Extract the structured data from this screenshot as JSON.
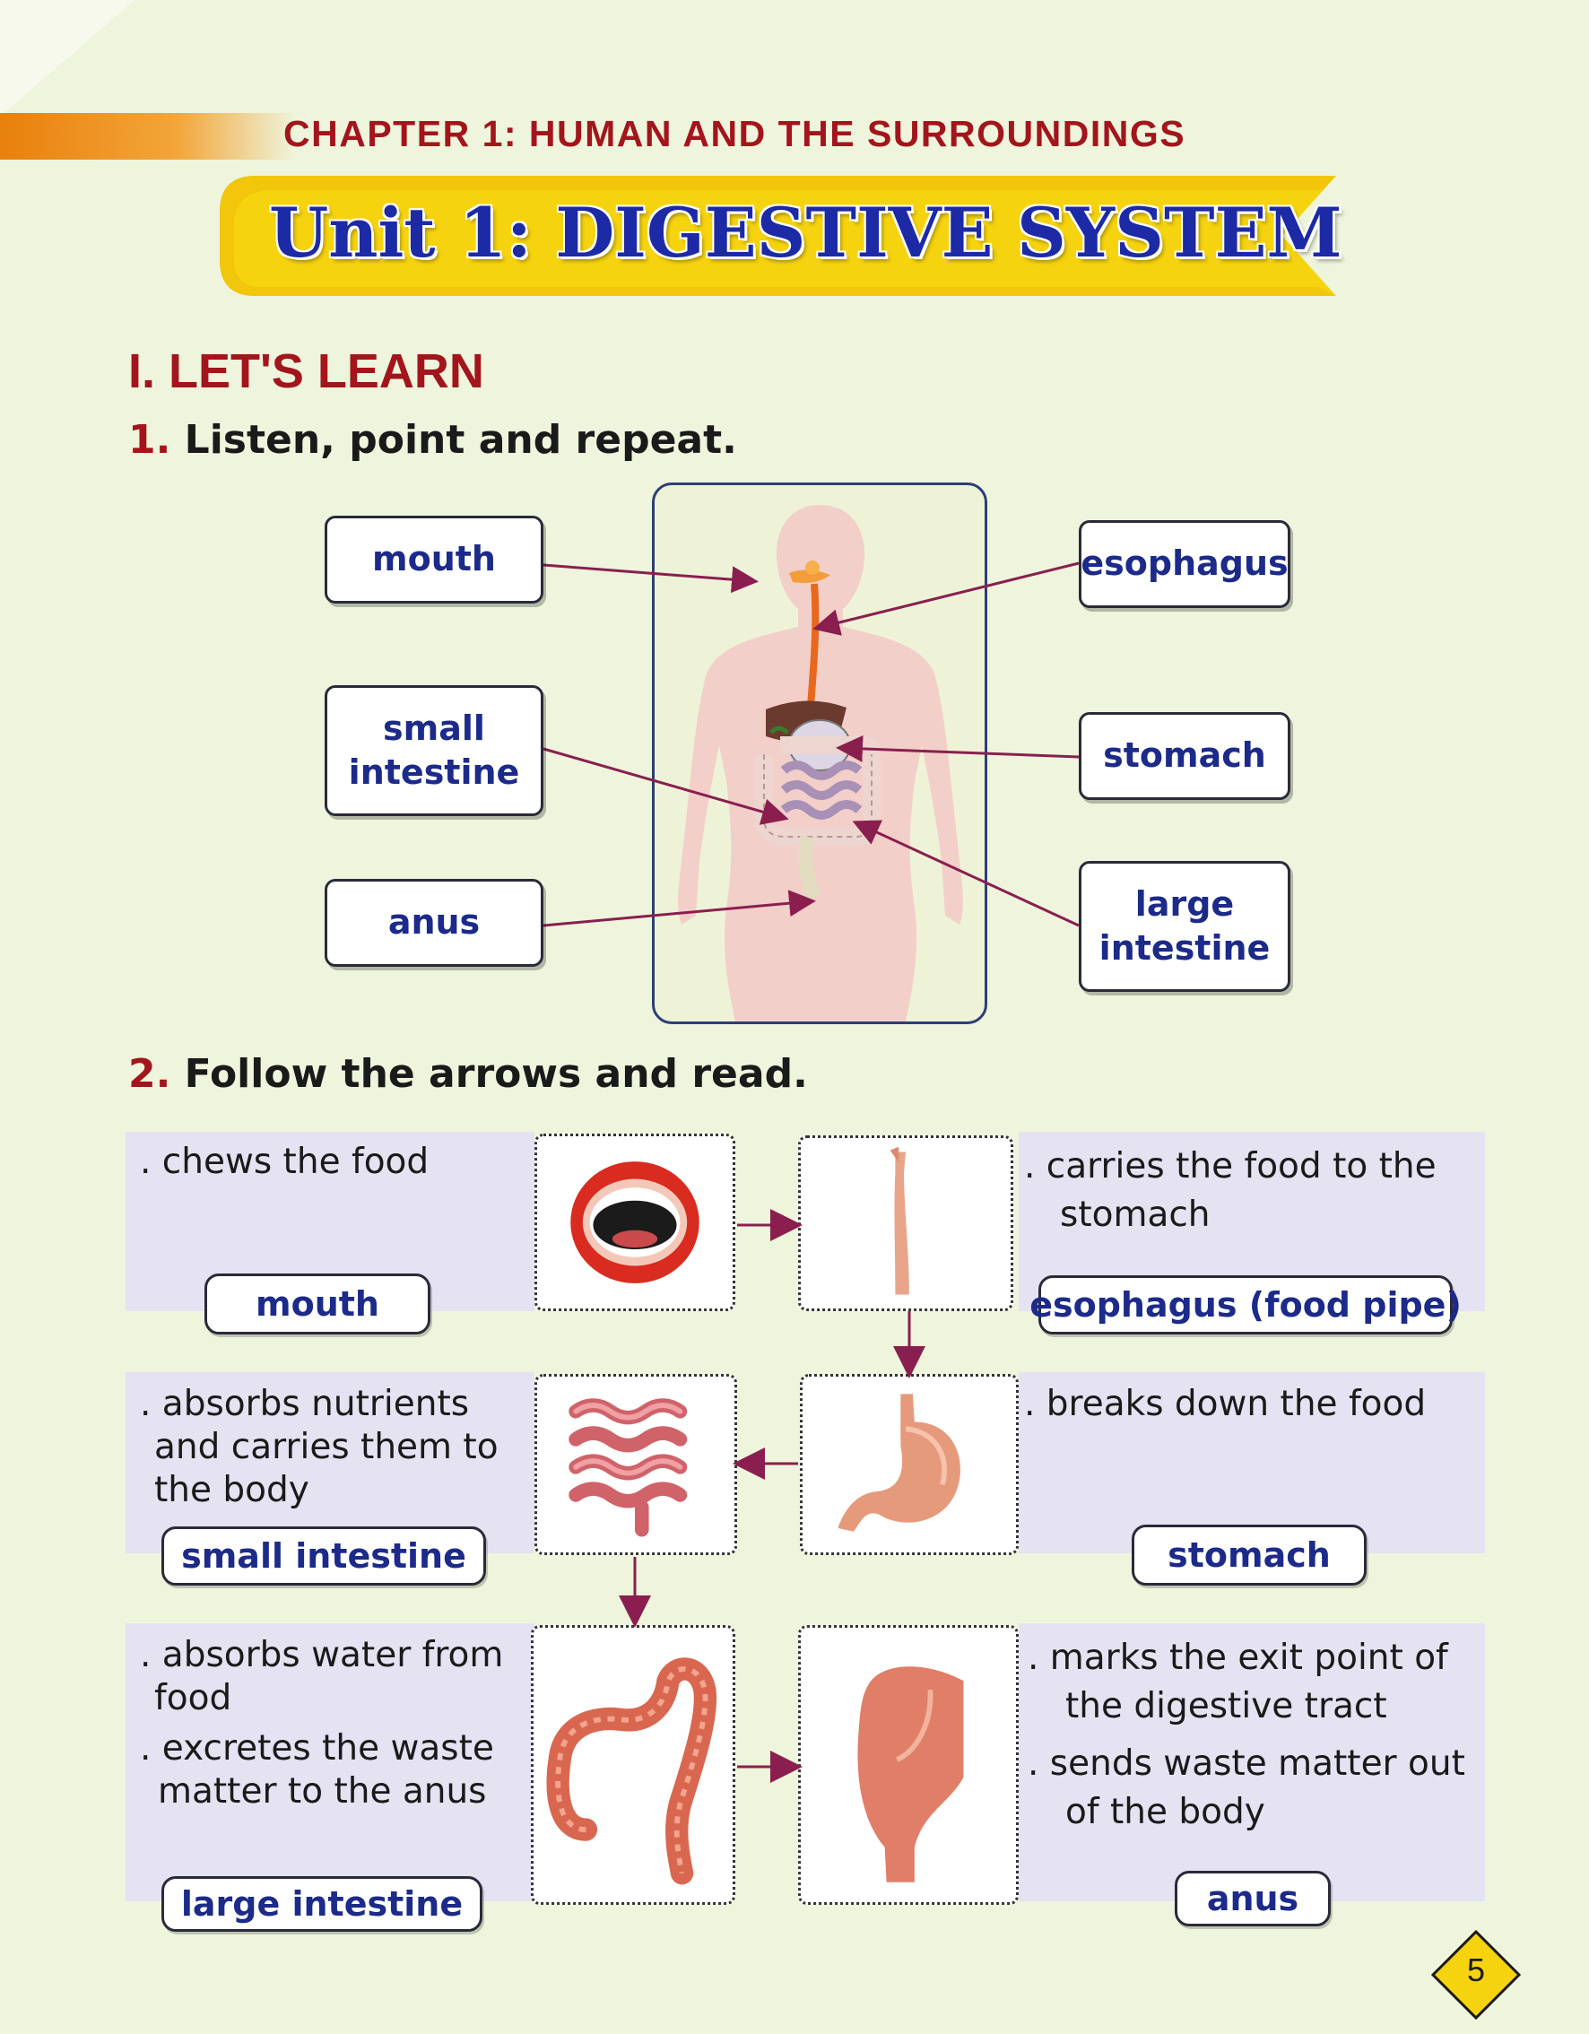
{
  "header": {
    "chapter": "CHAPTER 1: HUMAN AND THE SURROUNDINGS",
    "unit_title": "Unit 1: DIGESTIVE SYSTEM"
  },
  "section": {
    "heading": "I. LET'S LEARN",
    "task1": {
      "number": "1.",
      "text": "Listen, point and repeat."
    },
    "task2": {
      "number": "2.",
      "text": "Follow the arrows and read."
    }
  },
  "diagram1": {
    "labels": {
      "mouth": "mouth",
      "small_intestine_1": "small",
      "small_intestine_2": "intestine",
      "anus": "anus",
      "esophagus": "esophagus",
      "stomach": "stomach",
      "large_intestine_1": "large",
      "large_intestine_2": "intestine"
    }
  },
  "flow": {
    "mouth": {
      "desc": [
        ". chews the food"
      ],
      "label": "mouth"
    },
    "esophagus": {
      "desc": [
        ". carries the food to the",
        "stomach"
      ],
      "label": "esophagus (food pipe)"
    },
    "small_intestine": {
      "desc": [
        ". absorbs nutrients",
        "and carries them to",
        "the body"
      ],
      "label": "small intestine"
    },
    "stomach": {
      "desc": [
        ".  breaks down the food"
      ],
      "label": "stomach"
    },
    "large_intestine": {
      "desc": [
        ". absorbs water from",
        "food",
        ". excretes the waste",
        "matter to the anus"
      ],
      "label": "large intestine"
    },
    "anus": {
      "desc": [
        ". marks the exit point of",
        "the digestive tract",
        ". sends waste matter out",
        "of the body"
      ],
      "label": "anus"
    }
  },
  "page_number": "5",
  "colors": {
    "accent_red": "#a3151c",
    "label_blue": "#1c2a8a",
    "ribbon_yellow": "#f6d30f",
    "arrow_purple": "#8a1f4f",
    "band_lavender": "#e5e2f2"
  }
}
